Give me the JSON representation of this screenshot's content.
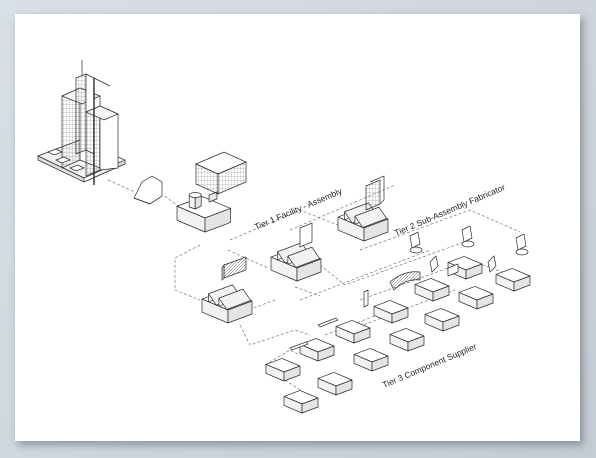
{
  "labels": {
    "tier1": "Tier 1 Facility - Assembly",
    "tier2": "Tier 2 Sub-Assembly Fabricator",
    "tier3": "Tier 3 Component Supplier"
  },
  "colors": {
    "stroke": "#2b2b2b",
    "fill_top": "#ffffff",
    "fill_left": "#f2f2f2",
    "fill_right": "#e4e4e4",
    "dash": "#777777"
  }
}
